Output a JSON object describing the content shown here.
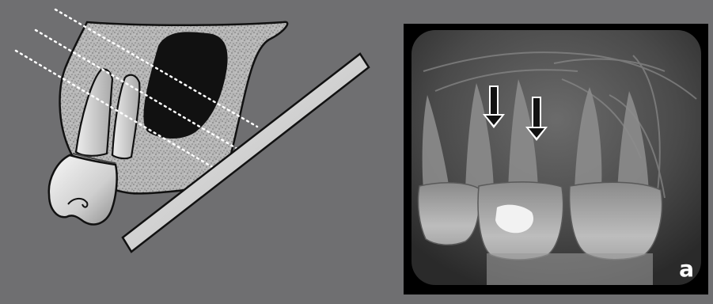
{
  "figure": {
    "panel_label": "a",
    "diagram": {
      "icons": {
        "bone": "alveolar-bone",
        "sinus": "maxillary-sinus",
        "tooth": "molar-tooth",
        "film": "x-ray-sensor",
        "beams": "x-ray-beam-lines"
      }
    },
    "radiograph": {
      "arrows": [
        {
          "name": "left-arrow"
        },
        {
          "name": "right-arrow"
        }
      ]
    },
    "colors": {
      "background": "#6f6f71",
      "film_light": "#e6e6e6",
      "film_dark": "#8b8b8b",
      "arrow": "#111111"
    }
  }
}
